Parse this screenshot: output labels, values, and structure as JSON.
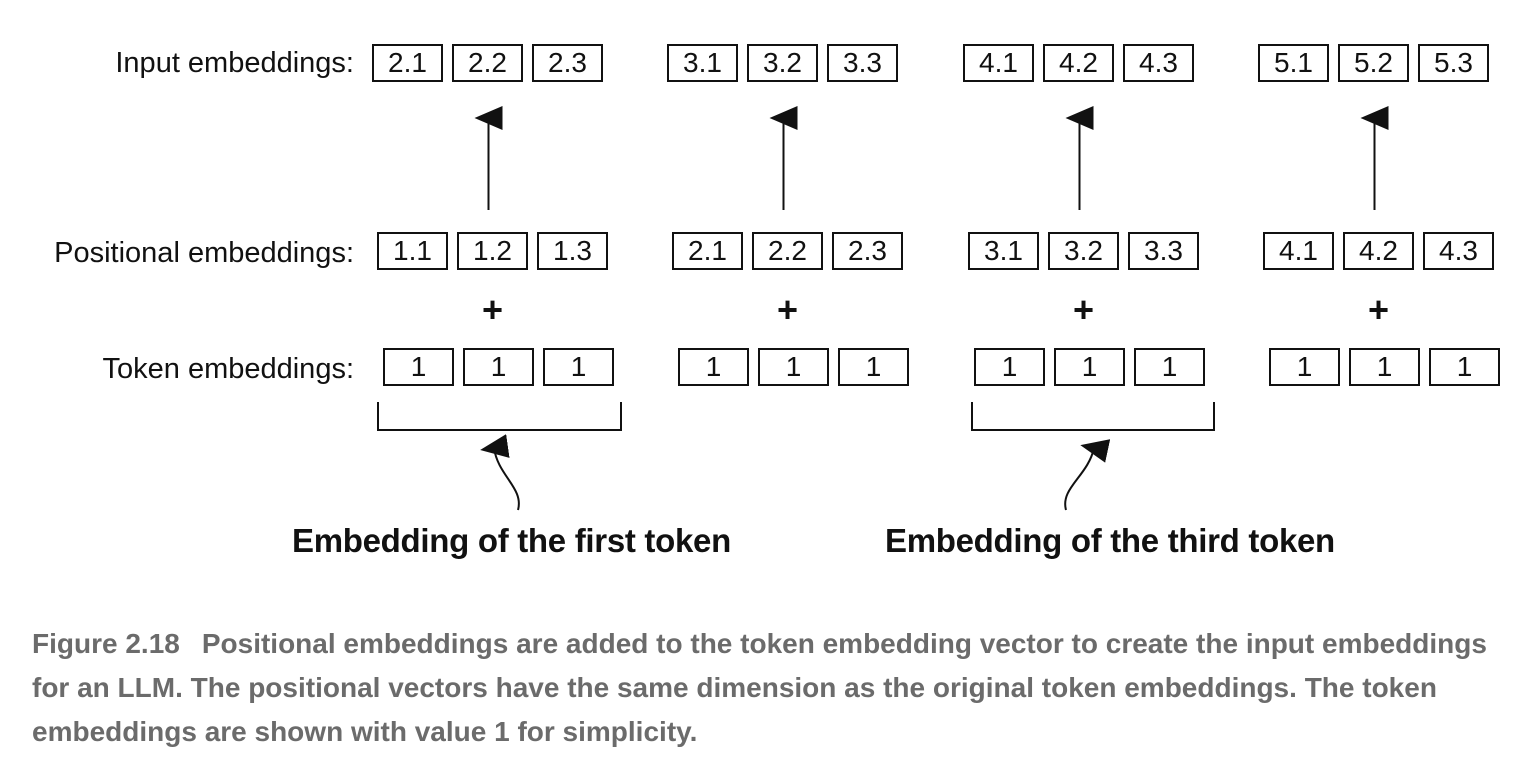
{
  "labels": {
    "input": "Input embeddings:",
    "positional": "Positional embeddings:",
    "token": "Token embeddings:"
  },
  "plus_sign": "+",
  "groups": [
    {
      "input": [
        "2.1",
        "2.2",
        "2.3"
      ],
      "positional": [
        "1.1",
        "1.2",
        "1.3"
      ],
      "token": [
        "1",
        "1",
        "1"
      ]
    },
    {
      "input": [
        "3.1",
        "3.2",
        "3.3"
      ],
      "positional": [
        "2.1",
        "2.2",
        "2.3"
      ],
      "token": [
        "1",
        "1",
        "1"
      ]
    },
    {
      "input": [
        "4.1",
        "4.2",
        "4.3"
      ],
      "positional": [
        "3.1",
        "3.2",
        "3.3"
      ],
      "token": [
        "1",
        "1",
        "1"
      ]
    },
    {
      "input": [
        "5.1",
        "5.2",
        "5.3"
      ],
      "positional": [
        "4.1",
        "4.2",
        "4.3"
      ],
      "token": [
        "1",
        "1",
        "1"
      ]
    }
  ],
  "callouts": {
    "first": "Embedding of the first token",
    "third": "Embedding of the third token"
  },
  "caption": {
    "figure_number": "Figure 2.18",
    "text": "Positional embeddings are added to the token embedding vector to create the input embeddings for an LLM. The positional vectors have the same dimension as the original token embeddings. The token embeddings are shown with value 1 for simplicity."
  }
}
